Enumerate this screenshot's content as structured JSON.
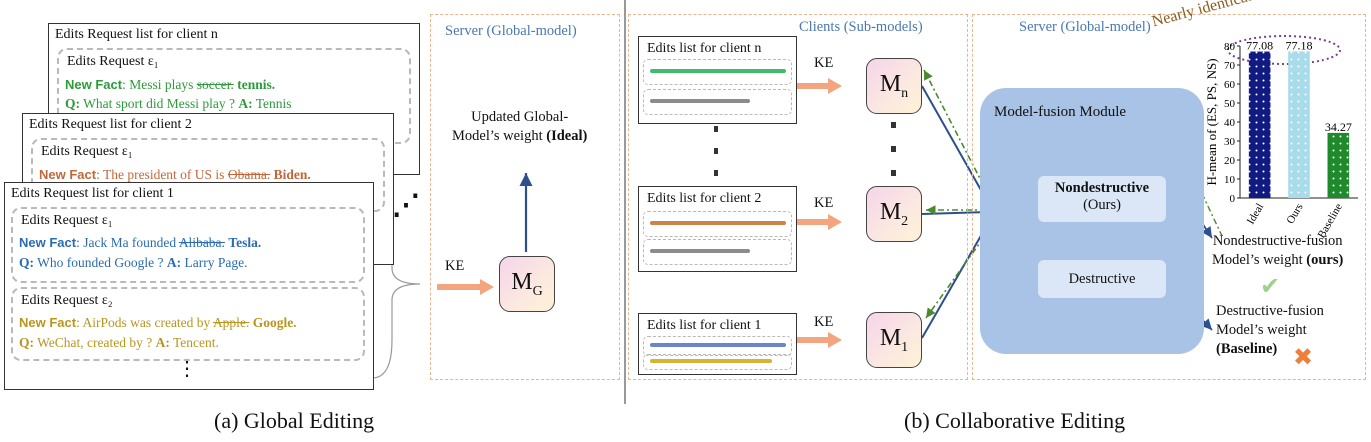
{
  "global": {
    "cards": [
      {
        "title": "Edits Request list for client n",
        "req_title": "Edits Request ε₁",
        "fact_label": "New Fact",
        "fact_text": ": Messi plays ",
        "old": "soccer.",
        "new": "tennis.",
        "q_label": "Q:",
        "q_text": " What sport did Messi play ? ",
        "a_label": "A:",
        "a_text": " Tennis"
      },
      {
        "title": "Edits Request list for client 2",
        "req_title": "Edits Request ε₁",
        "fact_label": "New Fact",
        "fact_text": ": The president of US is ",
        "old": "Obama.",
        "new": "Biden."
      },
      {
        "title": "Edits Request list for client 1",
        "req1_title": "Edits Request ε₁",
        "fact1_label": "New Fact",
        "fact1_text": ": Jack Ma founded ",
        "old1": "Alibaba.",
        "new1": "Tesla.",
        "q1_label": "Q:",
        "q1_text": " Who founded Google ? ",
        "a1_label": "A:",
        "a1_text": " Larry Page.",
        "req2_title": "Edits Request ε₂",
        "fact2_label": "New Fact",
        "fact2_text": ": AirPods was created by ",
        "old2": "Apple.",
        "new2": "Google.",
        "q2_label": "Q:",
        "q2_text": " WeChat, created by ? ",
        "a2_label": "A:",
        "a2_text": " Tencent."
      }
    ],
    "dots_v": "⋮",
    "dots_d": "⋰",
    "server_title": "Server (Global-model)",
    "updated_line1": "Updated Global-",
    "updated_line2": "Model’s weight ",
    "updated_bold": "(Ideal)",
    "ke": "KE",
    "model_main": "M",
    "model_sub": "G",
    "caption": "(a) Global Editing"
  },
  "collab": {
    "clients_title": "Clients (Sub-models)",
    "server_title": "Server (Global-model)",
    "lists": [
      {
        "title": "Edits list for client n",
        "colors": [
          "#43b96a",
          "#8c8c8c"
        ],
        "model_sub": "n"
      },
      {
        "title": "Edits list for client 2",
        "colors": [
          "#d0814a",
          "#8c8c8c"
        ],
        "model_sub": "2"
      },
      {
        "title": "Edits list for client 1",
        "colors": [
          "#6a86c8",
          "#d4b335"
        ],
        "model_sub": "1"
      }
    ],
    "ke": "KE",
    "model_main": "M",
    "fusion_title": "Model-fusion Module",
    "nondestructive": "Nondestructive",
    "ours": "(Ours)",
    "destructive": "Destructive",
    "nd_result_line1": "Nondestructive-fusion",
    "nd_result_line2": "Model’s weight ",
    "nd_result_bold": "(ours)",
    "d_result_line1": "Destructive-fusion",
    "d_result_line2": "Model’s weight",
    "d_result_bold": "(Baseline)",
    "nearly": "Nearly identical !",
    "check_icon": "✔",
    "cross_icon": "✖",
    "caption": "(b)  Collaborative Editing"
  },
  "chart_data": {
    "type": "bar",
    "categories": [
      "Ideal",
      "Ours",
      "Baseline"
    ],
    "values": [
      77.08,
      77.18,
      34.27
    ],
    "value_labels": [
      "77.08",
      "77.18",
      "34.27"
    ],
    "colors": [
      "#101a80",
      "#a9dcea",
      "#1e8a2b"
    ],
    "ylabel": "H-mean of (ES, PS, NS)",
    "ylim": [
      0,
      80
    ],
    "yticks": [
      0,
      10,
      20,
      30,
      40,
      50,
      60,
      70,
      80
    ]
  }
}
